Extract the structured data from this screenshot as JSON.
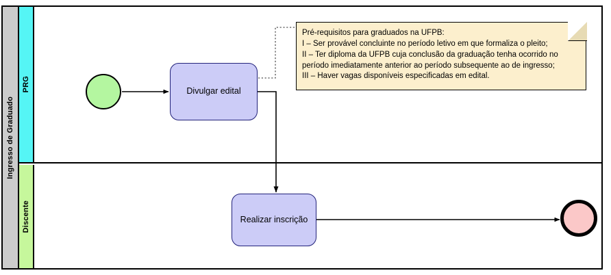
{
  "diagram": {
    "type": "bpmn-process",
    "pool": {
      "title": "Ingresso de Graduado",
      "header_color": "#cccccc"
    },
    "lanes": [
      {
        "label": "PRG",
        "color": "#55f5f5"
      },
      {
        "label": "Discente",
        "color": "#c6f79c"
      }
    ],
    "events": [
      {
        "name": "start-event",
        "kind": "start",
        "label": "",
        "color": "#b4f6a0"
      },
      {
        "name": "end-event",
        "kind": "end",
        "label": "",
        "color": "#fbc8c8"
      }
    ],
    "tasks": [
      {
        "name": "task-divulgar-edital",
        "label": "Divulgar edital",
        "lane": "PRG",
        "color": "#ccccf7"
      },
      {
        "name": "task-realizar-inscricao",
        "label": "Realizar inscrição",
        "lane": "Discente",
        "color": "#ccccf7"
      }
    ],
    "note": {
      "color": "#fcefcd",
      "text": "Pré-requisitos para graduados na UFPB:\nI – Ser provável concluinte no período letivo em que formaliza o pleito;\nII – Ter diploma da UFPB cuja conclusão da graduação tenha ocorrido no período imediatamente anterior ao período subsequente ao de ingresso;\nIII – Haver vagas disponíveis especificadas em edital."
    },
    "flows": [
      {
        "name": "flow-start-to-divulgar",
        "style": "solid-arrow"
      },
      {
        "name": "flow-divulgar-to-inscricao",
        "style": "solid-arrow"
      },
      {
        "name": "flow-inscricao-to-end",
        "style": "solid-arrow"
      },
      {
        "name": "association-divulgar-to-note",
        "style": "dotted"
      }
    ]
  }
}
